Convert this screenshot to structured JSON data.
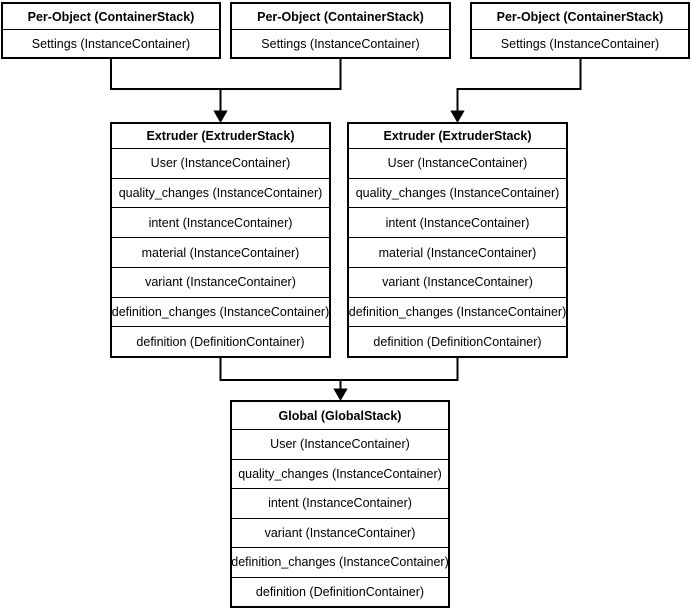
{
  "stacks": {
    "per_object_1": {
      "title": "Per-Object (ContainerStack)",
      "rows": [
        "Settings (InstanceContainer)"
      ]
    },
    "per_object_2": {
      "title": "Per-Object (ContainerStack)",
      "rows": [
        "Settings (InstanceContainer)"
      ]
    },
    "per_object_3": {
      "title": "Per-Object (ContainerStack)",
      "rows": [
        "Settings (InstanceContainer)"
      ]
    },
    "extruder_left": {
      "title": "Extruder (ExtruderStack)",
      "rows": [
        "User (InstanceContainer)",
        "quality_changes (InstanceContainer)",
        "intent (InstanceContainer)",
        "material (InstanceContainer)",
        "variant (InstanceContainer)",
        "definition_changes (InstanceContainer)",
        "definition (DefinitionContainer)"
      ]
    },
    "extruder_right": {
      "title": "Extruder (ExtruderStack)",
      "rows": [
        "User (InstanceContainer)",
        "quality_changes (InstanceContainer)",
        "intent (InstanceContainer)",
        "material (InstanceContainer)",
        "variant (InstanceContainer)",
        "definition_changes (InstanceContainer)",
        "definition (DefinitionContainer)"
      ]
    },
    "global": {
      "title": "Global (GlobalStack)",
      "rows": [
        "User (InstanceContainer)",
        "quality_changes (InstanceContainer)",
        "intent (InstanceContainer)",
        "variant (InstanceContainer)",
        "definition_changes (InstanceContainer)",
        "definition (DefinitionContainer)"
      ]
    }
  },
  "colors": {
    "background": "#ffffff",
    "stroke": "#000000",
    "text": "#000000"
  }
}
